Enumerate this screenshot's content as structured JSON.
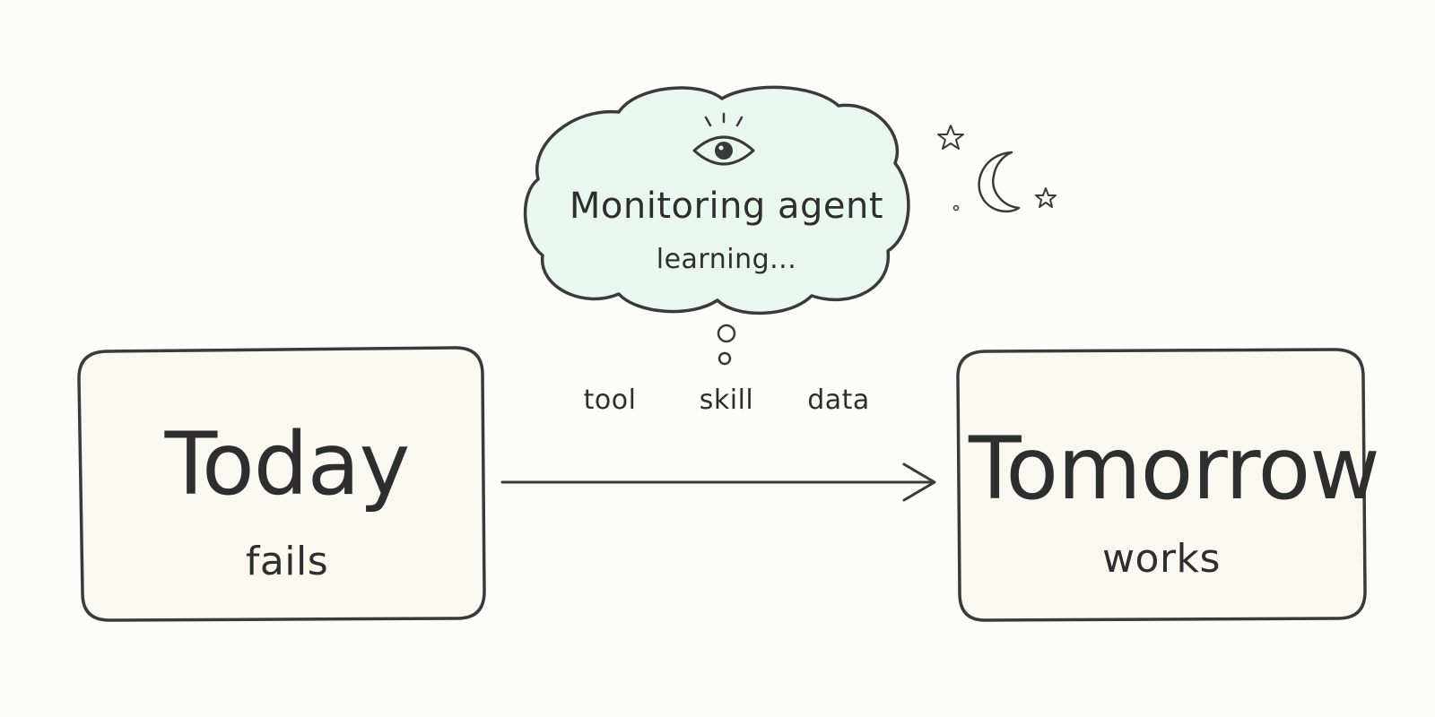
{
  "thought_cloud": {
    "title": "Monitoring agent",
    "subtitle": "learning...",
    "icon": "eye-icon",
    "fill_color": "#eaf7ee"
  },
  "artifacts": [
    "tool",
    "skill",
    "data"
  ],
  "today_box": {
    "title": "Today",
    "subtitle": "fails"
  },
  "tomorrow_box": {
    "title": "Tomorrow",
    "subtitle": "works"
  },
  "night_icons": [
    "moon-icon",
    "star-icon",
    "star-icon",
    "dot-icon"
  ],
  "colors": {
    "stroke": "#3a3a3a",
    "box_fill": "#fbf8f1",
    "background": "#fcfcfb"
  }
}
